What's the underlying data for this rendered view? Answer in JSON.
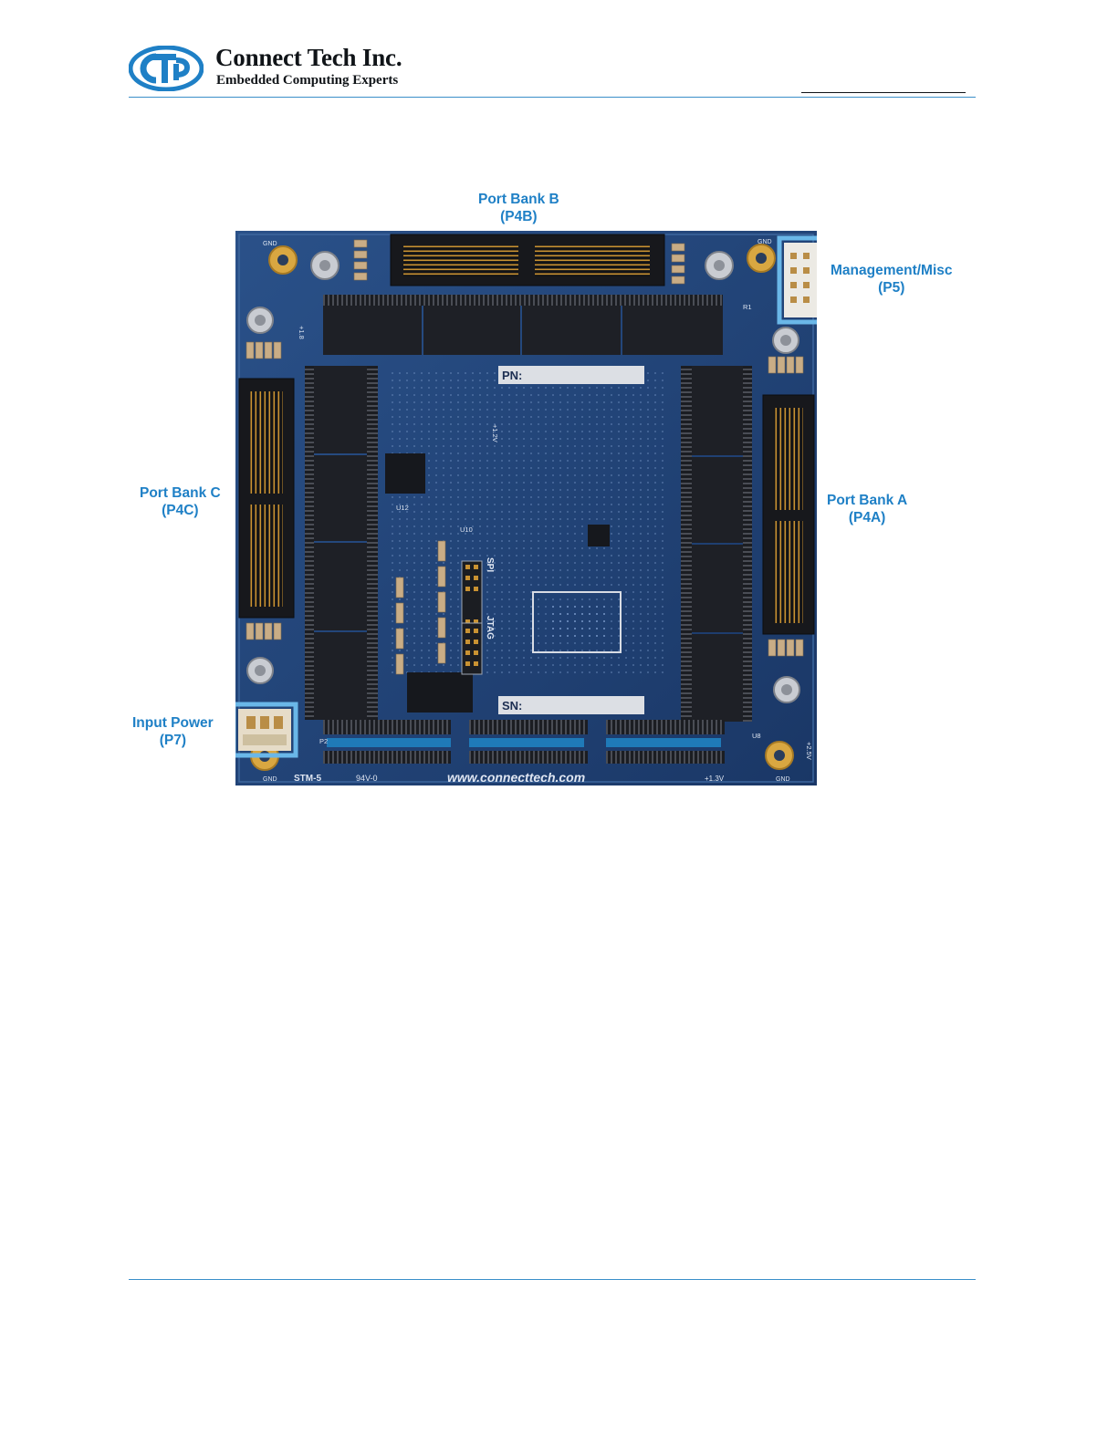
{
  "header": {
    "logo": {
      "icon": "cti-logo-mark",
      "lettering": "CTI",
      "color": "#1f80c6"
    },
    "company": "Connect Tech Inc.",
    "tagline": "Embedded Computing Experts",
    "rule_color": "#3a8fc9"
  },
  "figure": {
    "callouts": {
      "port_bank_b": {
        "title": "Port Bank B",
        "ref": "(P4B)"
      },
      "management": {
        "title": "Management/Misc",
        "ref": "(P5)"
      },
      "port_bank_c": {
        "title": "Port Bank C",
        "ref": "(P4C)"
      },
      "port_bank_a": {
        "title": "Port Bank A",
        "ref": "(P4A)"
      },
      "input_power": {
        "title": "Input Power",
        "ref": "(P7)"
      }
    },
    "board": {
      "pcb_color": "#1d3f72",
      "highlight_color": "#6ab7e8",
      "labels": {
        "pn": "PN:",
        "sn": "SN:",
        "spi": "SPI",
        "jtag": "JTAG",
        "u12": "U12",
        "u10": "U10",
        "u8": "U8",
        "p2": "P2",
        "r1": "R1",
        "url": "www.connecttech.com",
        "model": "STM-5",
        "rating": "94V-0",
        "gnd_top_left": "GND",
        "gnd_top_right": "GND",
        "gnd_bottom_left": "GND",
        "gnd_bottom_right": "GND",
        "v13": "+1.3V",
        "v25": "+2.5V",
        "v1_left": "+1.8",
        "v1_center": "+1.2V"
      }
    }
  }
}
